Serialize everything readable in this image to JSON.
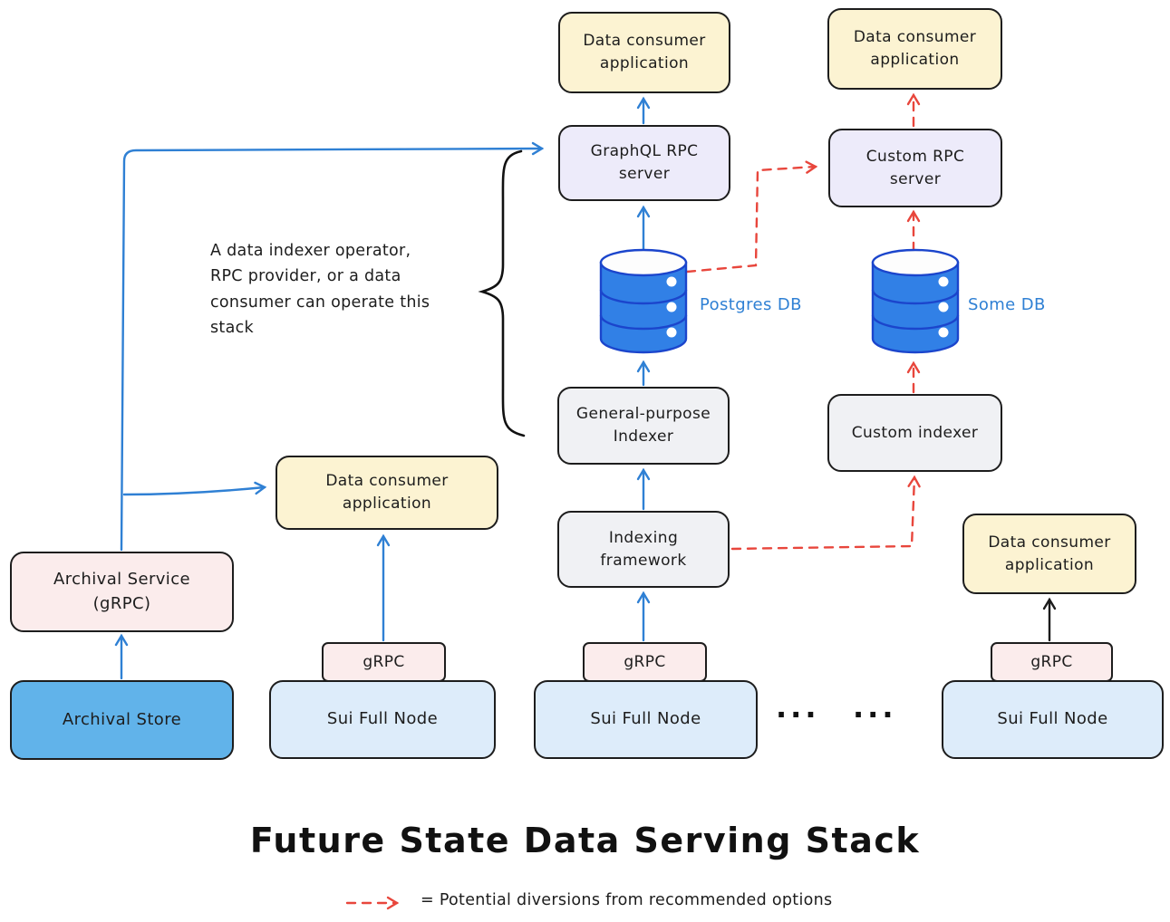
{
  "title": "Future State Data Serving Stack",
  "legend": {
    "text": "= Potential diversions from recommended options"
  },
  "annotation": "A data indexer operator,\nRPC provider, or a data\nconsumer can operate this\nstack",
  "nodes": {
    "consumer_top_left": {
      "label": "Data consumer\napplication"
    },
    "consumer_top_right": {
      "label": "Data consumer\napplication"
    },
    "graphql_rpc": {
      "label": "GraphQL RPC\nserver"
    },
    "custom_rpc": {
      "label": "Custom RPC\nserver"
    },
    "postgres_db": {
      "label": "Postgres DB"
    },
    "some_db": {
      "label": "Some DB"
    },
    "general_indexer": {
      "label": "General-purpose\nIndexer"
    },
    "custom_indexer": {
      "label": "Custom indexer"
    },
    "indexing_framework": {
      "label": "Indexing\nframework"
    },
    "consumer_mid": {
      "label": "Data consumer\napplication"
    },
    "consumer_right": {
      "label": "Data consumer\napplication"
    },
    "archival_service": {
      "label": "Archival Service\n(gRPC)"
    },
    "archival_store": {
      "label": "Archival Store"
    },
    "sui_node_1": {
      "label": "Sui Full Node"
    },
    "sui_node_2": {
      "label": "Sui Full Node"
    },
    "sui_node_3": {
      "label": "Sui Full Node"
    },
    "grpc_1": {
      "label": "gRPC"
    },
    "grpc_2": {
      "label": "gRPC"
    },
    "grpc_3": {
      "label": "gRPC"
    }
  },
  "ellipsis": {
    "first": "...",
    "second": "..."
  },
  "colors": {
    "arrow_blue": "#2f80d4",
    "arrow_red": "#e8463c",
    "arrow_black": "#1b1b1b",
    "db_fill": "#3180e6",
    "db_stroke": "#1b45cc",
    "box_yellow": "#fcf3d2",
    "box_lavender": "#edebfa",
    "box_gray": "#f0f1f4",
    "box_pink": "#fbecec",
    "box_blue": "#61b3ea",
    "box_lightblue": "#ddecfa",
    "db_label_blue": "#2f80d4"
  }
}
